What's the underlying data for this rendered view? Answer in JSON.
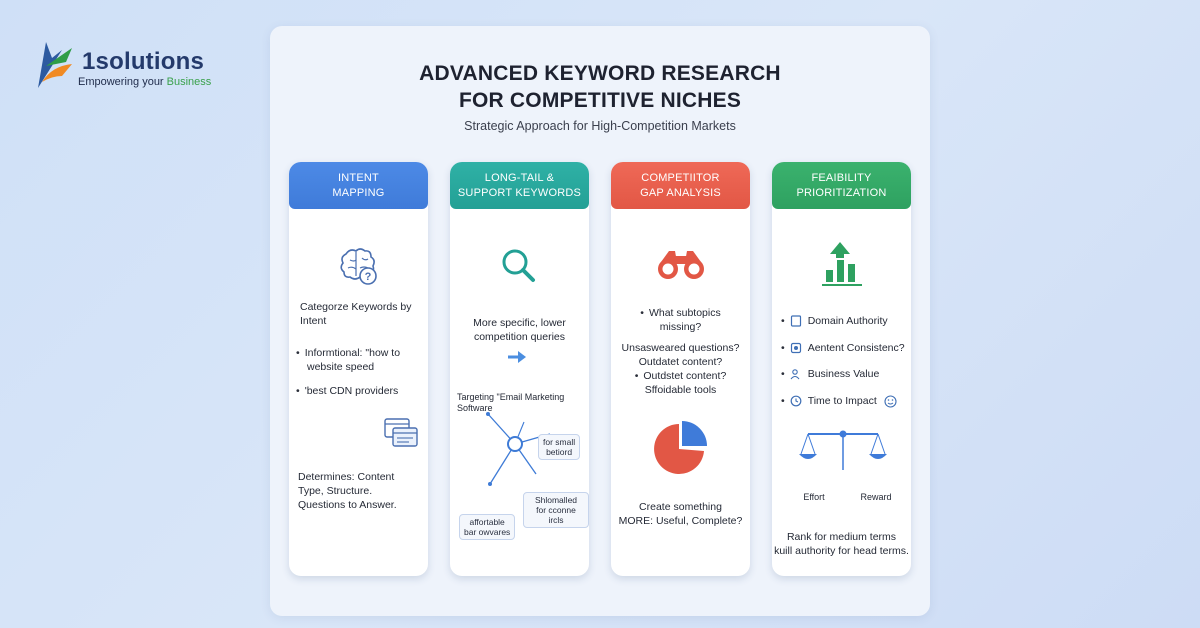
{
  "brand": {
    "name": "1solutions",
    "tagline_prefix": "Empowering your",
    "tagline_highlight": "Business"
  },
  "infographic": {
    "title_line1": "ADVANCED KEYWORD RESEARCH",
    "title_line2": "FOR COMPETITIVE NICHES",
    "subtitle": "Strategic Approach for High-Competition Markets"
  },
  "cards": [
    {
      "head_line1": "INTENT",
      "head_line2": "MAPPING",
      "icon": "brain-question-icon",
      "heading_line1": "Categorze Keywords by",
      "heading_line2": "Intent",
      "bullet1_line1": "Informtional: \"how to",
      "bullet1_line2": "website speed",
      "bullet2": "'best CDN providers",
      "icon2": "browser-windows-icon",
      "footer_line1": "Determines: Content",
      "footer_line2": "Type, Structure.",
      "footer_line3": "Questions to Answer."
    },
    {
      "head_line1": "LONG-TAIL &",
      "head_line2": "SUPPORT KEYWORDS",
      "icon": "magnifier-icon",
      "text_line1": "More specific, lower",
      "text_line2": "competition queries",
      "icon2": "arrow-right-icon",
      "target_line1": "Targeting \"Email Marketing",
      "target_line2": "Software",
      "node1_line1": "for small",
      "node1_line2": "betiord",
      "node2_line1": "Shlomalled",
      "node2_line2": "for cconne ircls",
      "node3_line1": "affortable",
      "node3_line2": "bar owvares"
    },
    {
      "head_line1": "COMPETIITOR",
      "head_line2": "GAP ANALYSIS",
      "icon": "binoculars-icon",
      "bullet1_line1": "What subtopics",
      "bullet1_line2": "missing?",
      "line_a": "Unsasweared questions?",
      "line_b": "Outdatet content?",
      "bullet2": "Outdstet content?",
      "line_c": "Sffoidable tools",
      "icon2": "pie-chart-icon",
      "footer_line1": "Create something",
      "footer_line2": "MORE: Useful, Complete?"
    },
    {
      "head_line1": "FEAIBILITY",
      "head_line2": "PRIORITIZATION",
      "icon": "bar-chart-up-icon",
      "items": [
        "Domain Authority",
        "Aentent Consistenc?",
        "Business Value",
        "Time to Impact"
      ],
      "balance_left": "Effort",
      "balance_right": "Reward",
      "footer_line1": "Rank for medium terms",
      "footer_line2": "kuill authority for head terms."
    }
  ],
  "colors": {
    "blue": "#3f7bd9",
    "teal": "#23a095",
    "red": "#e25745",
    "green": "#2ea160"
  }
}
